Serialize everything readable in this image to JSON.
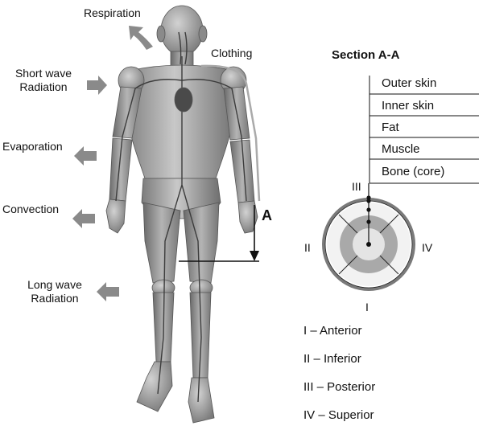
{
  "heat_exchange": {
    "respiration": "Respiration",
    "clothing": "Clothing",
    "short_wave": [
      "Short wave",
      "Radiation"
    ],
    "evaporation": "Evaporation",
    "convection": "Convection",
    "long_wave": [
      "Long wave",
      "Radiation"
    ],
    "section_marker": "A"
  },
  "section": {
    "title": "Section A-A",
    "layers": [
      "Outer skin",
      "Inner skin",
      "Fat",
      "Muscle",
      "Bone (core)"
    ],
    "sector_labels": {
      "I": "I",
      "II": "II",
      "III": "III",
      "IV": "IV"
    },
    "legend": [
      "I – Anterior",
      "II – Inferior",
      "III – Posterior",
      "IV – Superior"
    ]
  },
  "colors": {
    "body_fill": "#9a9a9a",
    "arrow": "#8a8a8a",
    "outer_ring": "#777777",
    "fat_ring": "#f2f2f2",
    "muscle_ring": "#a9a9a9",
    "core": "#e4e4e4"
  }
}
